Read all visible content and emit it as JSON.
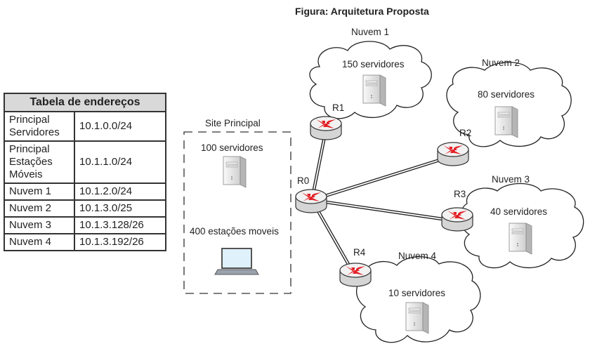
{
  "figure": {
    "title": "Figura: Arquitetura Proposta"
  },
  "address_table": {
    "header": "Tabela de endereços",
    "rows": [
      {
        "name": "Principal Servidores",
        "name_lines": [
          "Principal",
          "Servidores"
        ],
        "network": "10.1.0.0/24"
      },
      {
        "name": "Principal Estações Móveis",
        "name_lines": [
          "Principal",
          "Estações",
          "Móveis"
        ],
        "network": "10.1.1.0/24"
      },
      {
        "name": "Nuvem 1",
        "name_lines": [
          "Nuvem 1"
        ],
        "network": "10.1.2.0/24"
      },
      {
        "name": "Nuvem 2",
        "name_lines": [
          "Nuvem 2"
        ],
        "network": "10.1.3.0/25"
      },
      {
        "name": "Nuvem 3",
        "name_lines": [
          "Nuvem 3"
        ],
        "network": "10.1.3.128/26"
      },
      {
        "name": "Nuvem 4",
        "name_lines": [
          "Nuvem 4"
        ],
        "network": "10.1.3.192/26"
      }
    ]
  },
  "site": {
    "label": "Site Principal",
    "servers": "100 servidores",
    "stations": "400 estações moveis"
  },
  "routers": {
    "r0": "R0",
    "r1": "R1",
    "r2": "R2",
    "r3": "R3",
    "r4": "R4"
  },
  "clouds": [
    {
      "label": "Nuvem 1",
      "servers": "150 servidores"
    },
    {
      "label": "Nuvem 2",
      "servers": "80 servidores"
    },
    {
      "label": "Nuvem 3",
      "servers": "40 servidores"
    },
    {
      "label": "Nuvem 4",
      "servers": "10 servidores"
    }
  ],
  "colors": {
    "router_arrow": "#e31e24",
    "router_body": "#e6e6e6",
    "table_header": "#d9d9d9"
  }
}
